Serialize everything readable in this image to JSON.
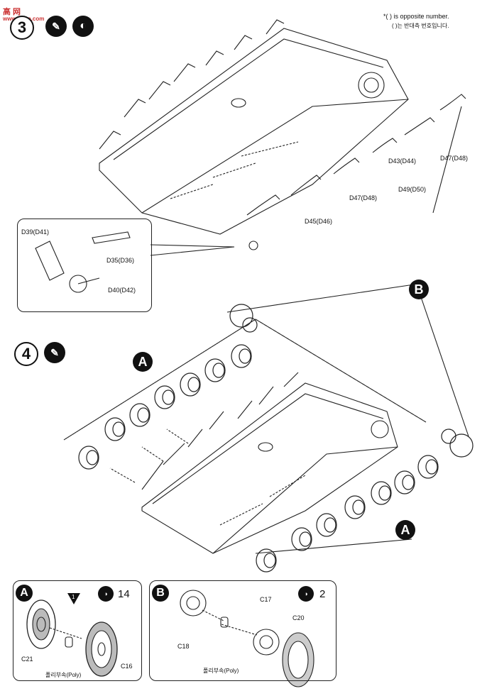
{
  "watermark": {
    "cn": "高 网",
    "url": "www.shoo.com"
  },
  "note": {
    "line1": "*( ) is opposite number.",
    "line2": "( )는 반대측 번호입니다."
  },
  "step3": {
    "number": "3"
  },
  "step4": {
    "number": "4"
  },
  "labels": {
    "d47_top": "D47(D48)",
    "d43": "D43(D44)",
    "d49": "D49(D50)",
    "d47_mid": "D47(D48)",
    "d45": "D45(D46)",
    "d39": "D39(D41)",
    "d35": "D35(D36)",
    "d40": "D40(D42)"
  },
  "callouts": {
    "A_top": "A",
    "A_bottom": "A",
    "B_top": "B"
  },
  "subassy_a": {
    "letter": "A",
    "qty": "14",
    "c21": "C21",
    "c16": "C16",
    "poly": "폴리부속(Poly)",
    "warn": "1"
  },
  "subassy_b": {
    "letter": "B",
    "qty": "2",
    "c17": "C17",
    "c20": "C20",
    "c18": "C18",
    "poly": "폴리부속(Poly)"
  }
}
